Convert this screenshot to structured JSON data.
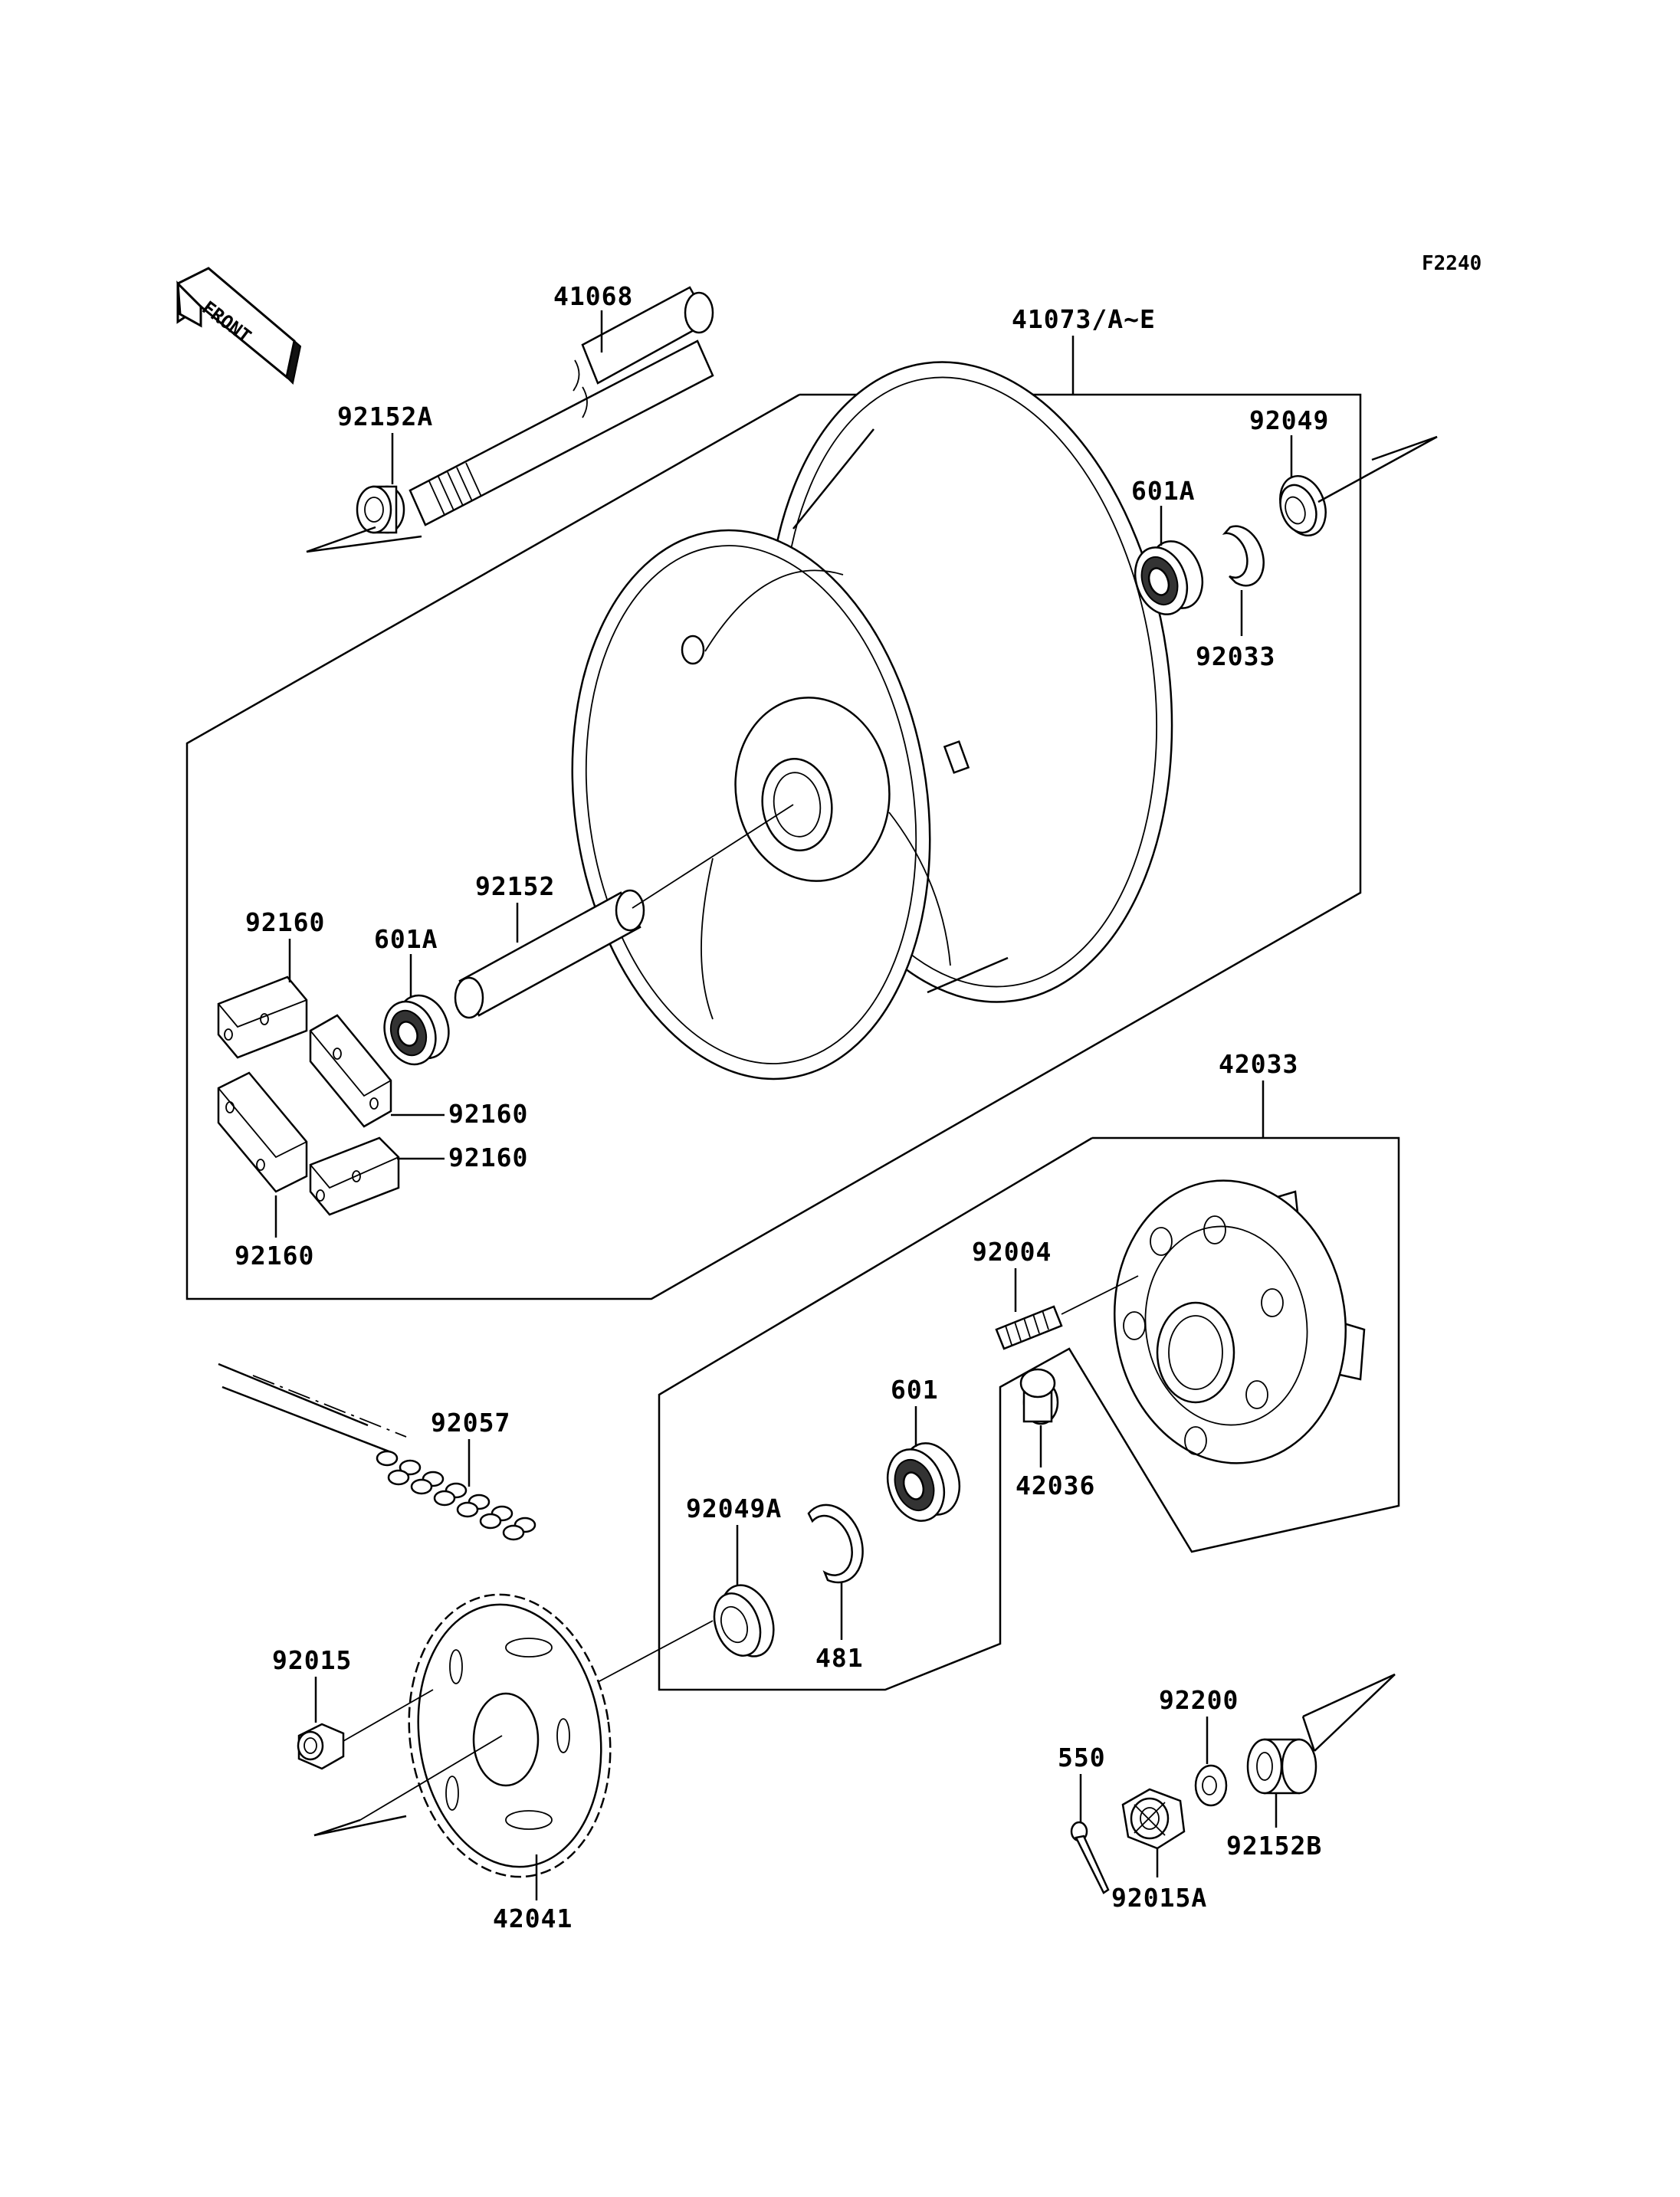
{
  "diagram_code": "F2240",
  "front_label": "FRONT",
  "labels": {
    "p41068": "41068",
    "p41073": "41073/A~E",
    "p92152A": "92152A",
    "p92049": "92049",
    "p601A_top": "601A",
    "p92033": "92033",
    "p92160_a": "92160",
    "p601A_left": "601A",
    "p92152": "92152",
    "p92160_b": "92160",
    "p92160_c": "92160",
    "p92160_d": "92160",
    "p42033": "42033",
    "p92004": "92004",
    "p601": "601",
    "p92057": "92057",
    "p92049A": "92049A",
    "p42036": "42036",
    "p481": "481",
    "p92015": "92015",
    "p92200": "92200",
    "p550": "550",
    "p92152B": "92152B",
    "p92015A": "92015A",
    "p42041": "42041"
  }
}
